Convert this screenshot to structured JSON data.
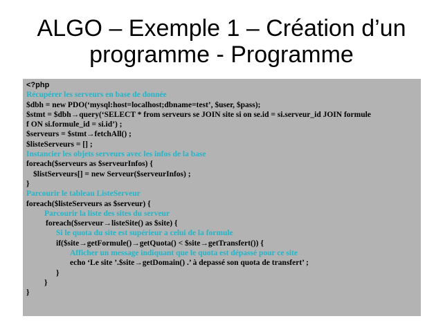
{
  "title": {
    "line1": "ALGO – Exemple 1 – Création d’un",
    "line2": "programme - Programme"
  },
  "colors": {
    "background": "#ffffff",
    "code_background": "#b3b3b3",
    "code_text": "#000000",
    "comment_text": "#1fb7c9"
  },
  "code": {
    "lines": [
      {
        "text": "<?php",
        "kind": "php-open",
        "indent": 0
      },
      {
        "text": "Récupérer les serveurs en base de donnée",
        "kind": "comment",
        "indent": 0
      },
      {
        "text": "$dbh = new PDO(‘mysql:host=localhost;dbname=test’, $user, $pass);",
        "kind": "code",
        "indent": 0
      },
      {
        "text": "$stmt = $dbh→query(‘SELECT * from serveurs se JOIN site si on se.id = si.serveur_id JOIN formule",
        "kind": "code",
        "indent": 0
      },
      {
        "text": "f ON si.formule_id = si.id’) ;",
        "kind": "code",
        "indent": 0
      },
      {
        "text": "$serveurs = $stmt→fetchAll() ;",
        "kind": "code",
        "indent": 0
      },
      {
        "text": "$listeServeurs = [] ;",
        "kind": "code",
        "indent": 0
      },
      {
        "text": "Instancier les objets serveurs avec les infos de la base",
        "kind": "comment",
        "indent": 0
      },
      {
        "text": "foreach($serveurs as $serveurInfos) {",
        "kind": "code",
        "indent": 0
      },
      {
        "text": "$listServeurs[] = new Serveur($serveurInfos) ;",
        "kind": "code",
        "indent": 1
      },
      {
        "text": "}",
        "kind": "code",
        "indent": 0
      },
      {
        "text": "Parcourir le tableau ListeServeur",
        "kind": "comment",
        "indent": 0
      },
      {
        "text": "foreach($listeServeurs as $serveur) {",
        "kind": "code",
        "indent": 0
      },
      {
        "text": "Parcourir la liste des sites du serveur",
        "kind": "comment",
        "indent": 2
      },
      {
        "text": "foreach($serveur→listeSite() as $site) {",
        "kind": "code",
        "indent": 3
      },
      {
        "text": "Si le quota du site est supérieur a celui de la formule",
        "kind": "comment",
        "indent": 4
      },
      {
        "text": "if($site→getFormule()→getQuota() < $site→getTransfert()) {",
        "kind": "code",
        "indent": 4
      },
      {
        "text": "Afficher un message indiquant que le quota est dépassé pour ce site",
        "kind": "comment",
        "indent": 5
      },
      {
        "text": "echo ‘Le site ’.$site→getDomain() .’ à depassé son quota de transfert’ ;",
        "kind": "code",
        "indent": 5
      },
      {
        "text": "}",
        "kind": "code",
        "indent": 4
      },
      {
        "text": "}",
        "kind": "code",
        "indent": 2
      },
      {
        "text": "}",
        "kind": "code",
        "indent": 0
      }
    ]
  }
}
